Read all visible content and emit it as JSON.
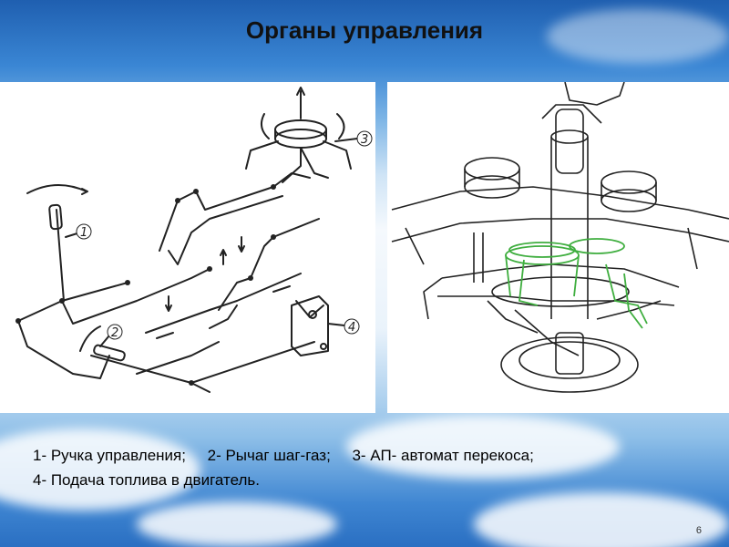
{
  "slide": {
    "title": "Органы управления",
    "diagram_labels": [
      "1",
      "2",
      "3",
      "4"
    ],
    "caption": {
      "item1": "1- Ручка управления;",
      "item2": "2- Рычаг шаг-газ;",
      "item3": "3- АП- автомат перекоса;",
      "item4": "4- Подача топлива в двигатель."
    },
    "page_number": "6"
  },
  "colors": {
    "highlight": "#3fae3f",
    "line": "#222222"
  }
}
